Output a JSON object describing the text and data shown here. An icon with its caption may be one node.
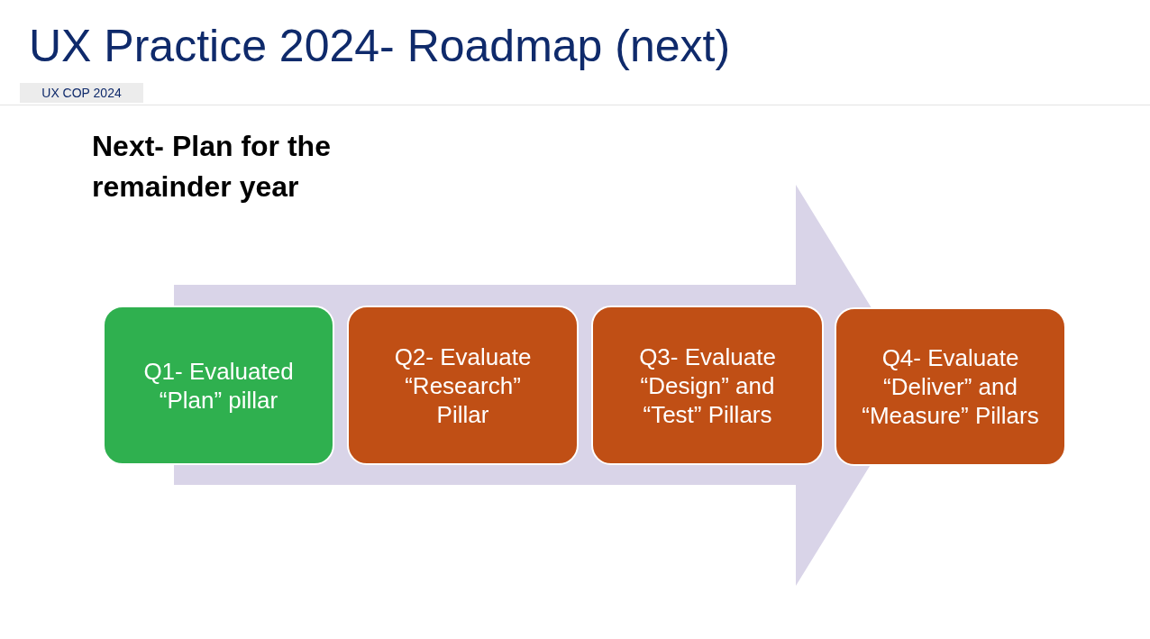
{
  "diagram": {
    "title": "UX Practice 2024- Roadmap (next)",
    "nodes": [
      {
        "text": [
          "Q1- Evaluated “Plan” pillar"
        ]
      },
      {
        "text": [
          "Q2- Evaluate “Research” Pillar"
        ]
      },
      {
        "text": [
          "Q3- Evaluate “Design” and “Test” Pillars"
        ]
      },
      {
        "text": [
          "Q4- Evaluate “Deliver” and “Measure” Pillars"
        ]
      }
    ],
    "edges": [
      {
        "from": 0,
        "to": 3,
        "arrow": "to"
      }
    ],
    "labels": [
      "UX COP 2024",
      "Next- Plan for the remainder year"
    ]
  }
}
